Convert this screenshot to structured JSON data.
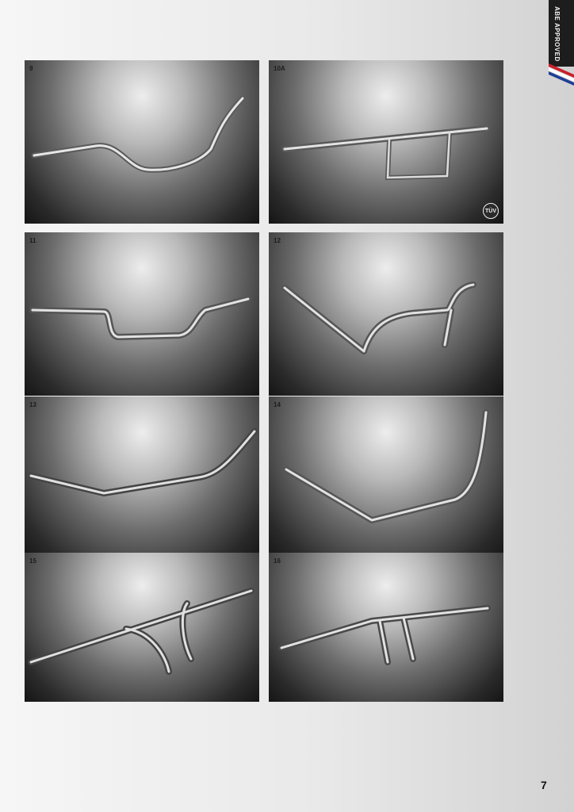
{
  "section_tab": {
    "label": "ABE APPROVED"
  },
  "products": [
    {
      "id": "p9",
      "number": "9"
    },
    {
      "id": "p10a",
      "number": "10A",
      "badge": "TÜV"
    },
    {
      "id": "p11",
      "number": "11"
    },
    {
      "id": "p12",
      "number": "12"
    },
    {
      "id": "p13",
      "number": "13"
    },
    {
      "id": "p14",
      "number": "14"
    },
    {
      "id": "p15",
      "number": "15"
    },
    {
      "id": "p16",
      "number": "16"
    }
  ],
  "page_number": "7",
  "colors": {
    "tab_background": "#1d1d1d",
    "stripe_red": "#c8202a",
    "stripe_blue": "#1f3f95"
  }
}
